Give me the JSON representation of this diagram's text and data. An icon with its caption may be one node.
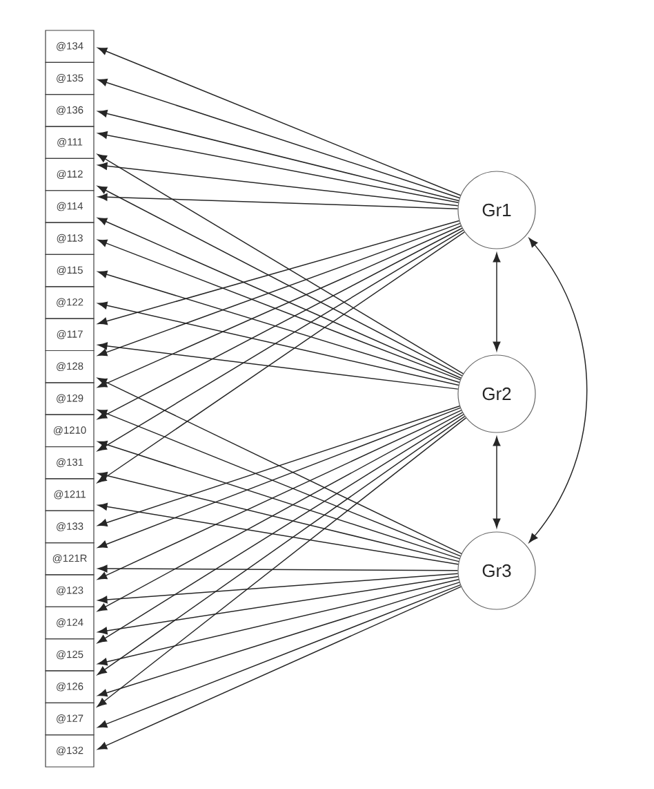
{
  "diagram": {
    "nodes": [
      {
        "text": [
          "@134"
        ]
      },
      {
        "text": [
          "@135"
        ]
      },
      {
        "text": [
          "@136"
        ]
      },
      {
        "text": [
          "@111"
        ]
      },
      {
        "text": [
          "@112"
        ]
      },
      {
        "text": [
          "@114"
        ]
      },
      {
        "text": [
          "@113"
        ]
      },
      {
        "text": [
          "@115"
        ]
      },
      {
        "text": [
          "@122"
        ]
      },
      {
        "text": [
          "@117"
        ]
      },
      {
        "text": [
          "@128"
        ]
      },
      {
        "text": [
          "@129"
        ]
      },
      {
        "text": [
          "@1210"
        ]
      },
      {
        "text": [
          "@131"
        ]
      },
      {
        "text": [
          "@1211"
        ]
      },
      {
        "text": [
          "@133"
        ]
      },
      {
        "text": [
          "@121R"
        ]
      },
      {
        "text": [
          "@123"
        ]
      },
      {
        "text": [
          "@124"
        ]
      },
      {
        "text": [
          "@125"
        ]
      },
      {
        "text": [
          "@126"
        ]
      },
      {
        "text": [
          "@127"
        ]
      },
      {
        "text": [
          "@132"
        ]
      },
      {
        "text": [
          "Gr1"
        ]
      },
      {
        "text": [
          "Gr2"
        ]
      },
      {
        "text": [
          "Gr3"
        ]
      }
    ],
    "edges": [
      {
        "from": 23,
        "to": 0,
        "arrow": "to"
      },
      {
        "from": 23,
        "to": 1,
        "arrow": "to"
      },
      {
        "from": 23,
        "to": 2,
        "arrow": "to"
      },
      {
        "from": 23,
        "to": 3,
        "arrow": "to"
      },
      {
        "from": 23,
        "to": 4,
        "arrow": "to"
      },
      {
        "from": 23,
        "to": 5,
        "arrow": "to"
      },
      {
        "from": 23,
        "to": 9,
        "arrow": "to"
      },
      {
        "from": 23,
        "to": 10,
        "arrow": "to"
      },
      {
        "from": 23,
        "to": 11,
        "arrow": "to"
      },
      {
        "from": 23,
        "to": 12,
        "arrow": "to"
      },
      {
        "from": 23,
        "to": 13,
        "arrow": "to"
      },
      {
        "from": 23,
        "to": 14,
        "arrow": "to"
      },
      {
        "from": 24,
        "to": 3,
        "arrow": "to"
      },
      {
        "from": 24,
        "to": 4,
        "arrow": "to"
      },
      {
        "from": 24,
        "to": 5,
        "arrow": "to"
      },
      {
        "from": 24,
        "to": 6,
        "arrow": "to"
      },
      {
        "from": 24,
        "to": 7,
        "arrow": "to"
      },
      {
        "from": 24,
        "to": 8,
        "arrow": "to"
      },
      {
        "from": 24,
        "to": 9,
        "arrow": "to"
      },
      {
        "from": 24,
        "to": 15,
        "arrow": "to"
      },
      {
        "from": 24,
        "to": 16,
        "arrow": "to"
      },
      {
        "from": 24,
        "to": 17,
        "arrow": "to"
      },
      {
        "from": 24,
        "to": 18,
        "arrow": "to"
      },
      {
        "from": 24,
        "to": 19,
        "arrow": "to"
      },
      {
        "from": 24,
        "to": 20,
        "arrow": "to"
      },
      {
        "from": 24,
        "to": 21,
        "arrow": "to"
      },
      {
        "from": 25,
        "to": 10,
        "arrow": "to"
      },
      {
        "from": 25,
        "to": 11,
        "arrow": "to"
      },
      {
        "from": 25,
        "to": 12,
        "arrow": "to"
      },
      {
        "from": 25,
        "to": 13,
        "arrow": "to"
      },
      {
        "from": 25,
        "to": 14,
        "arrow": "to"
      },
      {
        "from": 25,
        "to": 16,
        "arrow": "to"
      },
      {
        "from": 25,
        "to": 17,
        "arrow": "to"
      },
      {
        "from": 25,
        "to": 18,
        "arrow": "to"
      },
      {
        "from": 25,
        "to": 19,
        "arrow": "to"
      },
      {
        "from": 25,
        "to": 20,
        "arrow": "to"
      },
      {
        "from": 25,
        "to": 21,
        "arrow": "to"
      },
      {
        "from": 25,
        "to": 22,
        "arrow": "to"
      },
      {
        "from": 23,
        "to": 24,
        "arrow": "both"
      },
      {
        "from": 24,
        "to": 25,
        "arrow": "both"
      },
      {
        "from": 23,
        "to": 25,
        "arrow": "both"
      }
    ]
  }
}
